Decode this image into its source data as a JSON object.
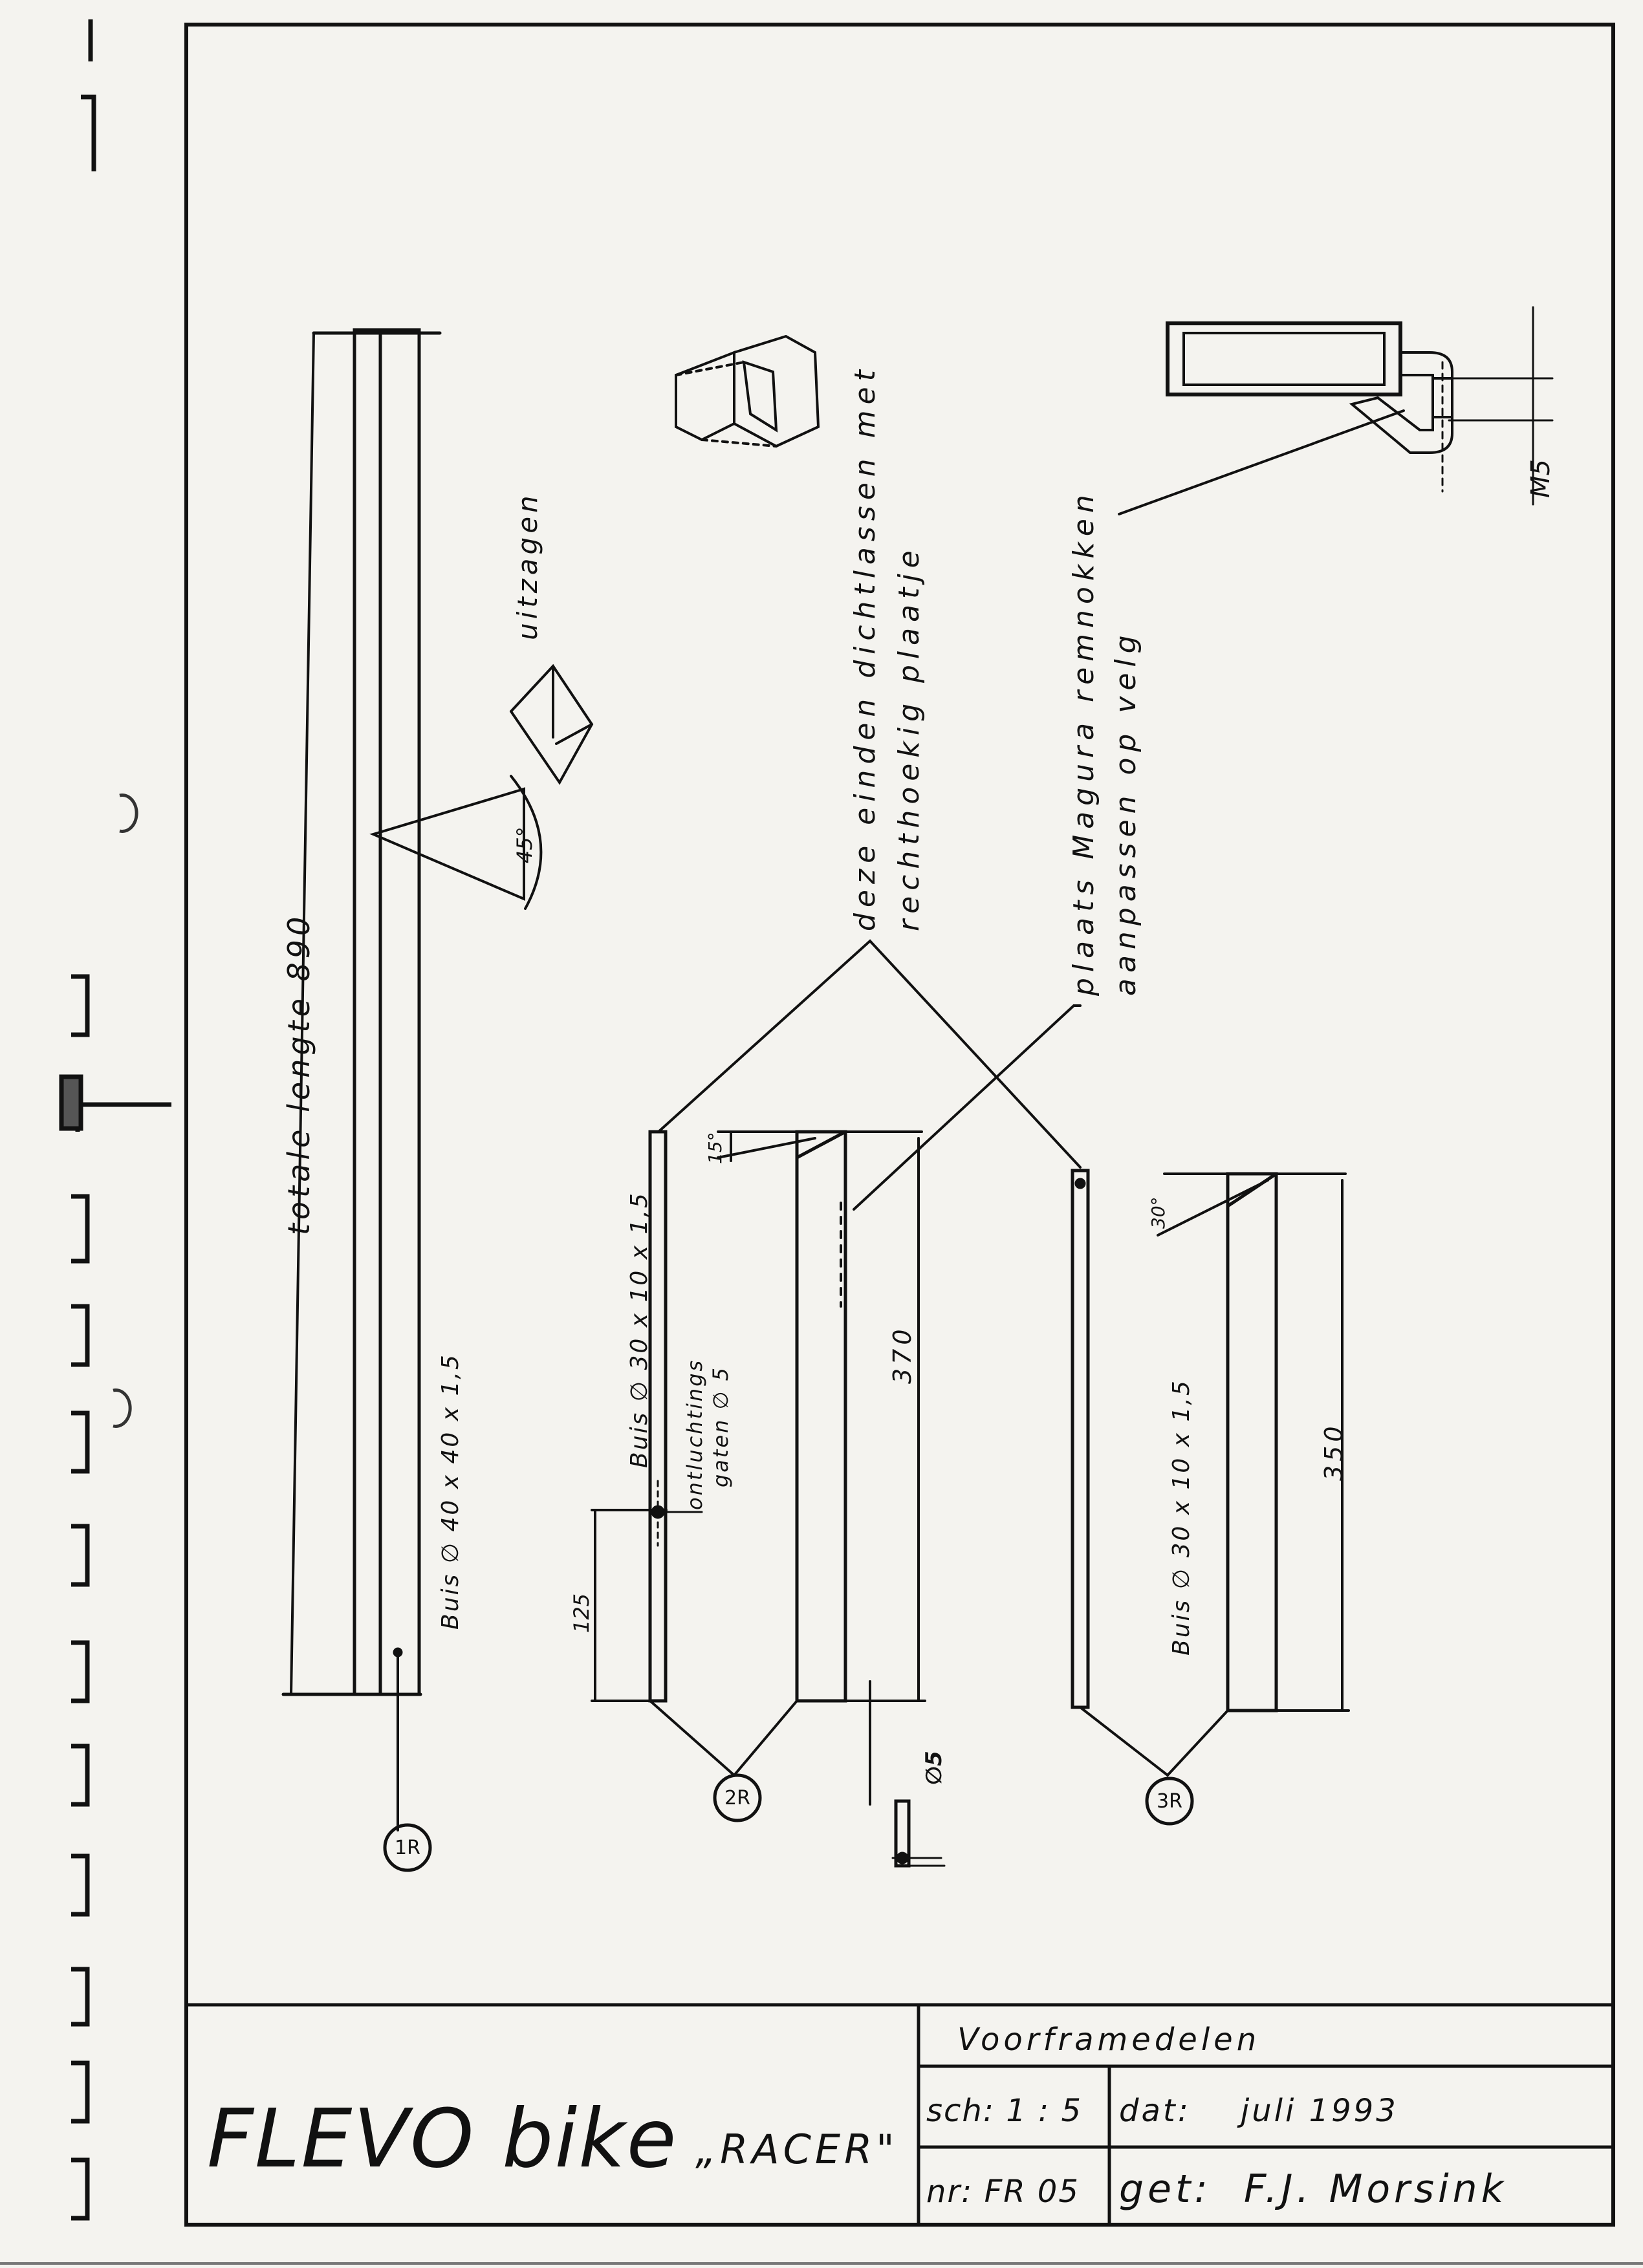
{
  "drawing": {
    "parts": {
      "p1": {
        "tag": "1R",
        "length_note": "totale lengte 890",
        "tube": "Buis ∅ 40 x 40 x 1,5",
        "angle": "45°",
        "cut_note": "uitzagen"
      },
      "p2": {
        "tag": "2R",
        "tube": "Buis ∅ 30 x 10 x 1,5",
        "vent_line1": "ontluchtings",
        "vent_line2": "gaten ∅ 5",
        "dim_length": "370",
        "dim_offset": "125",
        "angle": "15°",
        "hole_dim": "∅5"
      },
      "p3": {
        "tag": "3R",
        "tube": "Buis ∅ 30 x 10 x 1,5",
        "dim_length": "350",
        "angle": "30°"
      }
    },
    "notes": {
      "ends_line1": "deze einden dichtlassen met",
      "ends_line2": "rechthoekig plaatje",
      "brake_line1": "plaats Magura remnokken",
      "brake_line2": "aanpassen op velg",
      "bolt": "M5"
    }
  },
  "title_block": {
    "brand": "FLEVO bike",
    "model": "„RACER\"",
    "title": "Voorframedelen",
    "scale": "sch: 1 : 5",
    "date": "dat:    juli 1993",
    "number": "nr: FR 05",
    "drawn_by": "get:  F.J. Morsink"
  }
}
